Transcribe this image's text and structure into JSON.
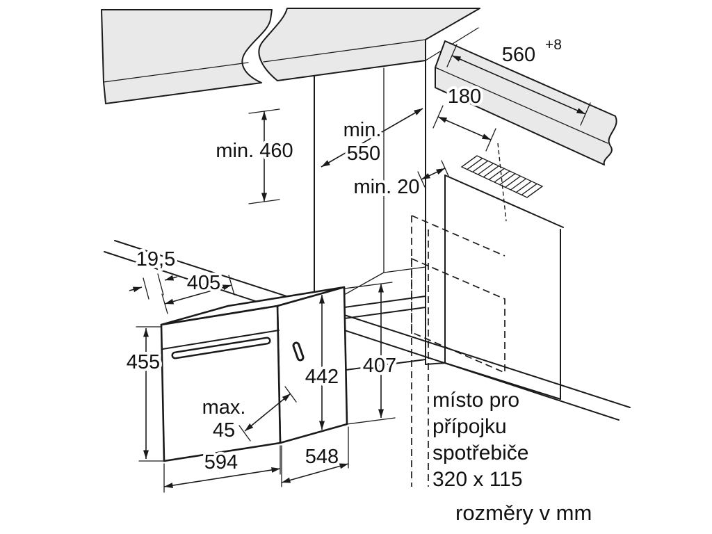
{
  "dimensions": {
    "niche_width": "560",
    "niche_width_tolerance": "+8",
    "vent_offset": "180",
    "niche_depth_prefix": "min.",
    "niche_depth": "550",
    "niche_height": "min. 460",
    "back_gap": "min. 20",
    "oven_front_offset": "19,5",
    "oven_top_depth": "405",
    "oven_height": "455",
    "oven_inner_height": "442",
    "oven_side_height": "407",
    "handle_max_prefix": "max.",
    "handle_max": "45",
    "oven_width": "594",
    "oven_depth": "548"
  },
  "connection_note": {
    "line1": "místo pro",
    "line2": "přípojku",
    "line3": "spotřebiče",
    "line4": "320 x 115"
  },
  "units_note": "rozměry v mm",
  "colors": {
    "line": "#1a1a1a",
    "surface": "#e9e9e9",
    "background": "#ffffff"
  }
}
